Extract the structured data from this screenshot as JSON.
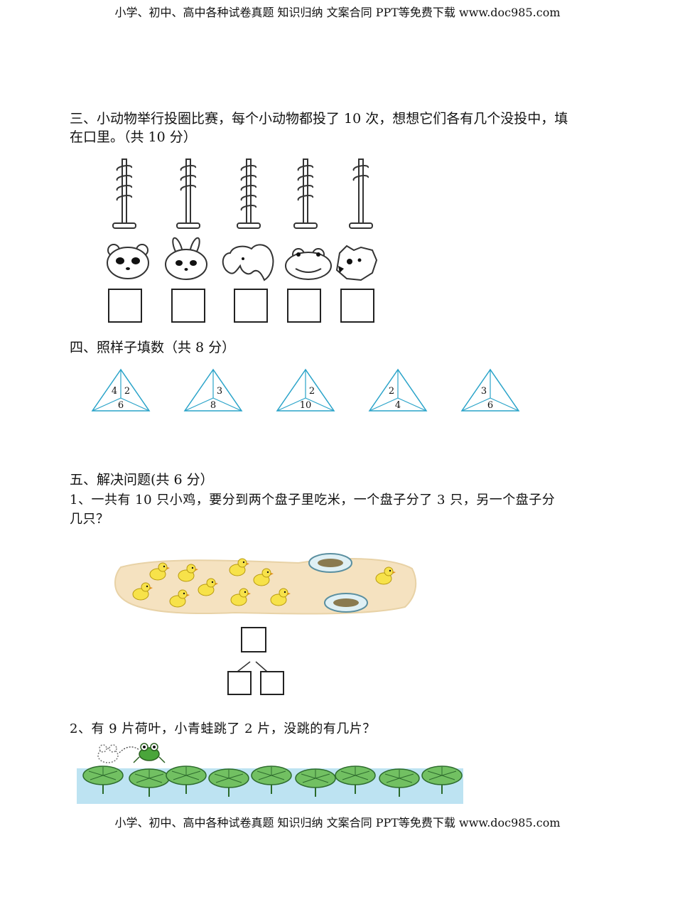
{
  "header": "小学、初中、高中各种试卷真题 知识归纳 文案合同 PPT等免费下载   www.doc985.com",
  "footer": "小学、初中、高中各种试卷真题 知识归纳 文案合同 PPT等免费下载   www.doc985.com",
  "section3": {
    "title_line1": "三、小动物举行投圈比赛，每个小动物都投了 10 次，想想它们各有几个没投中，填",
    "title_line2": "在口里。（共 10 分）",
    "animals": [
      "panda-icon",
      "rabbit-icon",
      "elephant-icon",
      "frog-icon",
      "pig-icon"
    ]
  },
  "section4": {
    "title": "四、照样子填数（共 8 分）",
    "triangles": [
      {
        "left": "4",
        "right": "2",
        "bottom": "6"
      },
      {
        "left": "",
        "right": "3",
        "bottom": "8"
      },
      {
        "left": "",
        "right": "2",
        "bottom": "10"
      },
      {
        "left": "2",
        "right": "",
        "bottom": "4"
      },
      {
        "left": "3",
        "right": "",
        "bottom": "6"
      }
    ]
  },
  "section5": {
    "title": "五、解决问题(共 6 分）",
    "q1_line1": "1、一共有 10 只小鸡，要分到两个盘子里吃米，一个盘子分了 3 只，另一个盘子分",
    "q1_line2": "几只？",
    "q2": "2、有 9 片荷叶，小青蛙跳了 2 片，没跳的有几片？"
  }
}
